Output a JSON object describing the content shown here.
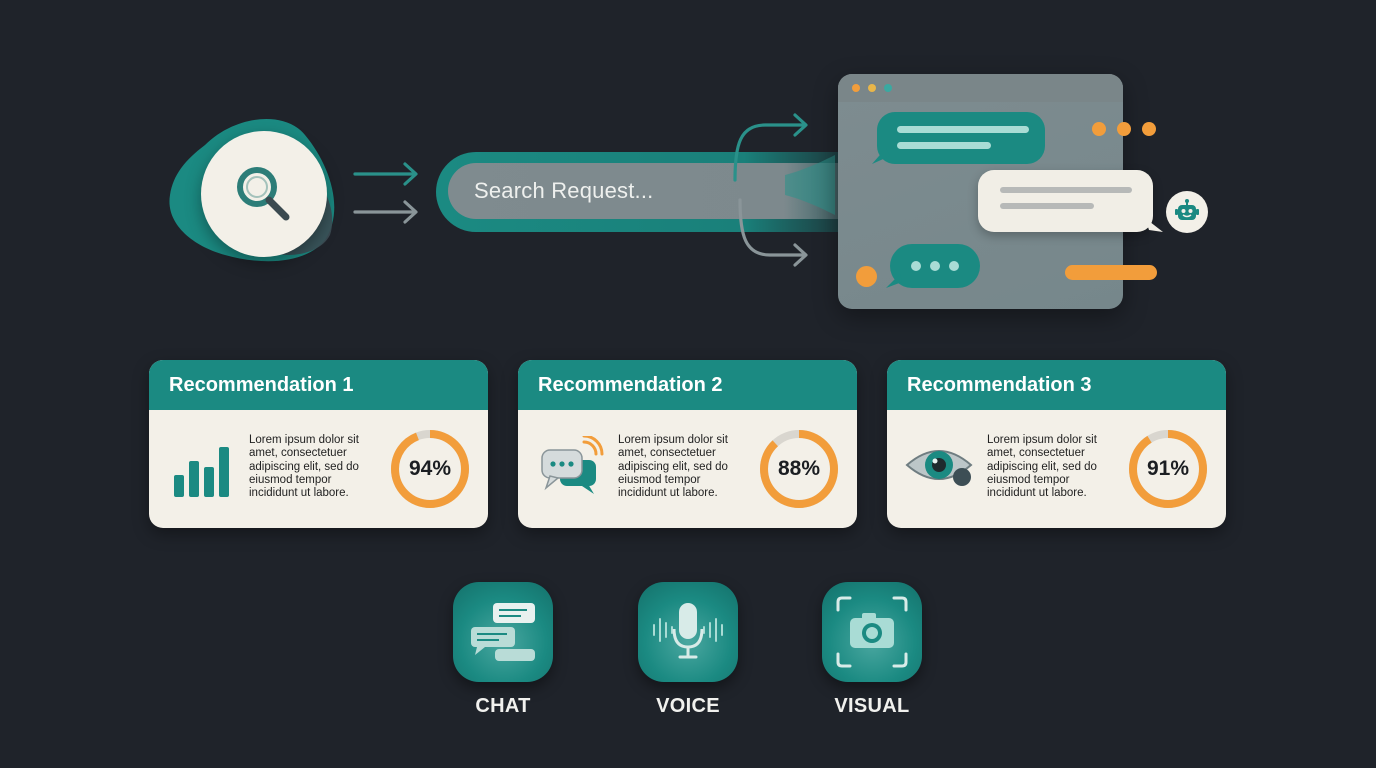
{
  "search": {
    "placeholder": "Search Request..."
  },
  "recommendations": [
    {
      "title": "Recommendation 1",
      "text": "Lorem ipsum dolor sit amet, consectetuer adipiscing elit, sed do eiusmod tempor incididunt ut labore.",
      "score_label": "94%",
      "score": 0.94,
      "icon": "bar-chart-icon"
    },
    {
      "title": "Recommendation 2",
      "text": "Lorem ipsum dolor sit amet, consectetuer adipiscing elit, sed do eiusmod tempor incididunt ut labore.",
      "score_label": "88%",
      "score": 0.88,
      "icon": "chat-bubbles-icon"
    },
    {
      "title": "Recommendation 3",
      "text": "Lorem ipsum dolor sit amet, consectetuer adipiscing elit, sed do eiusmod tempor incididunt ut labore.",
      "score_label": "91%",
      "score": 0.91,
      "icon": "eye-icon"
    }
  ],
  "modes": [
    {
      "label": "CHAT",
      "icon": "chat-icon"
    },
    {
      "label": "VOICE",
      "icon": "microphone-icon"
    },
    {
      "label": "VISUAL",
      "icon": "camera-icon"
    }
  ],
  "colors": {
    "background": "#1f232a",
    "teal": "#1b8a82",
    "orange": "#f29d3b",
    "cream": "#f3f0e8",
    "slate": "#7d898d"
  }
}
